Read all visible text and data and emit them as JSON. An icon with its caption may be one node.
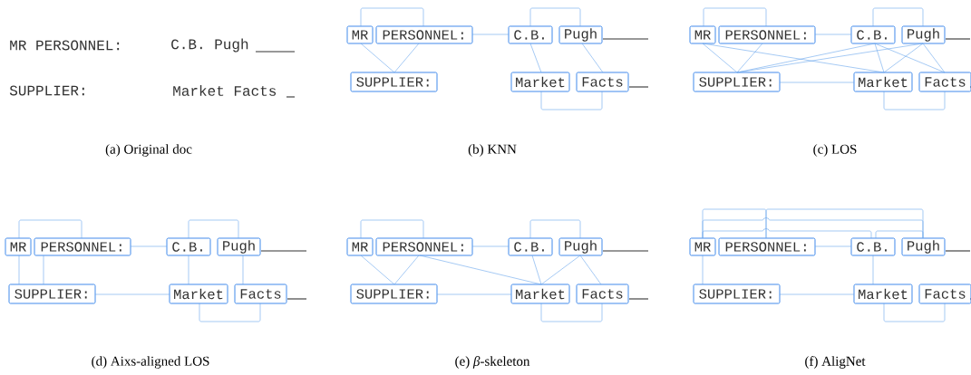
{
  "diagram": {
    "nodes": [
      {
        "text": [
          "MR"
        ]
      },
      {
        "text": [
          "PERSONNEL:"
        ]
      },
      {
        "text": [
          "C.B."
        ]
      },
      {
        "text": [
          "Pugh"
        ]
      },
      {
        "text": [
          "SUPPLIER:"
        ]
      },
      {
        "text": [
          "Market"
        ]
      },
      {
        "text": [
          "Facts"
        ]
      },
      {
        "text": [
          "MR"
        ]
      },
      {
        "text": [
          "PERSONNEL:"
        ]
      },
      {
        "text": [
          "C.B."
        ]
      },
      {
        "text": [
          "Pugh"
        ]
      },
      {
        "text": [
          "SUPPLIER:"
        ]
      },
      {
        "text": [
          "Market"
        ]
      },
      {
        "text": [
          "Facts"
        ]
      },
      {
        "text": [
          "MR"
        ]
      },
      {
        "text": [
          "PERSONNEL:"
        ]
      },
      {
        "text": [
          "C.B."
        ]
      },
      {
        "text": [
          "Pugh"
        ]
      },
      {
        "text": [
          "SUPPLIER:"
        ]
      },
      {
        "text": [
          "Market"
        ]
      },
      {
        "text": [
          "Facts"
        ]
      },
      {
        "text": [
          "MR"
        ]
      },
      {
        "text": [
          "PERSONNEL:"
        ]
      },
      {
        "text": [
          "C.B."
        ]
      },
      {
        "text": [
          "Pugh"
        ]
      },
      {
        "text": [
          "SUPPLIER:"
        ]
      },
      {
        "text": [
          "Market"
        ]
      },
      {
        "text": [
          "Facts"
        ]
      },
      {
        "text": [
          "MR"
        ]
      },
      {
        "text": [
          "PERSONNEL:"
        ]
      },
      {
        "text": [
          "C.B."
        ]
      },
      {
        "text": [
          "Pugh"
        ]
      },
      {
        "text": [
          "SUPPLIER:"
        ]
      },
      {
        "text": [
          "Market"
        ]
      },
      {
        "text": [
          "Facts"
        ]
      }
    ],
    "edges": [
      {
        "from": 0,
        "to": 1,
        "arrow": "none"
      },
      {
        "from": 0,
        "to": 4,
        "arrow": "none"
      },
      {
        "from": 1,
        "to": 4,
        "arrow": "none"
      },
      {
        "from": 1,
        "to": 2,
        "arrow": "none"
      },
      {
        "from": 2,
        "to": 3,
        "arrow": "none"
      },
      {
        "from": 2,
        "to": 5,
        "arrow": "none"
      },
      {
        "from": 3,
        "to": 6,
        "arrow": "none"
      },
      {
        "from": 5,
        "to": 6,
        "arrow": "none"
      },
      {
        "from": 7,
        "to": 8,
        "arrow": "none"
      },
      {
        "from": 8,
        "to": 9,
        "arrow": "none"
      },
      {
        "from": 9,
        "to": 10,
        "arrow": "none"
      },
      {
        "from": 7,
        "to": 11,
        "arrow": "none"
      },
      {
        "from": 8,
        "to": 11,
        "arrow": "none"
      },
      {
        "from": 7,
        "to": 12,
        "arrow": "none"
      },
      {
        "from": 11,
        "to": 9,
        "arrow": "none"
      },
      {
        "from": 11,
        "to": 10,
        "arrow": "none"
      },
      {
        "from": 11,
        "to": 12,
        "arrow": "none"
      },
      {
        "from": 9,
        "to": 12,
        "arrow": "none"
      },
      {
        "from": 9,
        "to": 13,
        "arrow": "none"
      },
      {
        "from": 10,
        "to": 12,
        "arrow": "none"
      },
      {
        "from": 10,
        "to": 13,
        "arrow": "none"
      },
      {
        "from": 12,
        "to": 13,
        "arrow": "none"
      },
      {
        "from": 14,
        "to": 15,
        "arrow": "none"
      },
      {
        "from": 15,
        "to": 16,
        "arrow": "none"
      },
      {
        "from": 16,
        "to": 17,
        "arrow": "none"
      },
      {
        "from": 14,
        "to": 18,
        "arrow": "none"
      },
      {
        "from": 15,
        "to": 18,
        "arrow": "none"
      },
      {
        "from": 18,
        "to": 19,
        "arrow": "none"
      },
      {
        "from": 16,
        "to": 19,
        "arrow": "none"
      },
      {
        "from": 17,
        "to": 20,
        "arrow": "none"
      },
      {
        "from": 19,
        "to": 20,
        "arrow": "none"
      },
      {
        "from": 21,
        "to": 22,
        "arrow": "none"
      },
      {
        "from": 22,
        "to": 23,
        "arrow": "none"
      },
      {
        "from": 23,
        "to": 24,
        "arrow": "none"
      },
      {
        "from": 21,
        "to": 25,
        "arrow": "none"
      },
      {
        "from": 22,
        "to": 25,
        "arrow": "none"
      },
      {
        "from": 22,
        "to": 26,
        "arrow": "none"
      },
      {
        "from": 25,
        "to": 26,
        "arrow": "none"
      },
      {
        "from": 23,
        "to": 26,
        "arrow": "none"
      },
      {
        "from": 24,
        "to": 26,
        "arrow": "none"
      },
      {
        "from": 24,
        "to": 27,
        "arrow": "none"
      },
      {
        "from": 26,
        "to": 27,
        "arrow": "none"
      },
      {
        "from": 28,
        "to": 29,
        "arrow": "none"
      },
      {
        "from": 28,
        "to": 31,
        "arrow": "none"
      },
      {
        "from": 28,
        "to": 30,
        "arrow": "none"
      },
      {
        "from": 29,
        "to": 31,
        "arrow": "none"
      },
      {
        "from": 30,
        "to": 31,
        "arrow": "none"
      },
      {
        "from": 29,
        "to": 30,
        "arrow": "none"
      },
      {
        "from": 28,
        "to": 32,
        "arrow": "none"
      },
      {
        "from": 30,
        "to": 33,
        "arrow": "none"
      },
      {
        "from": 32,
        "to": 33,
        "arrow": "none"
      },
      {
        "from": 33,
        "to": 34,
        "arrow": "none"
      }
    ],
    "labels": [
      "MR PERSONNEL:",
      "C.B. Pugh",
      "SUPPLIER:",
      "Market Facts",
      "(a) Original doc",
      "(b) KNN",
      "(c) LOS",
      "(d) Aixs-aligned LOS",
      "(e) *β*-skeleton",
      "(f) AligNet"
    ]
  }
}
